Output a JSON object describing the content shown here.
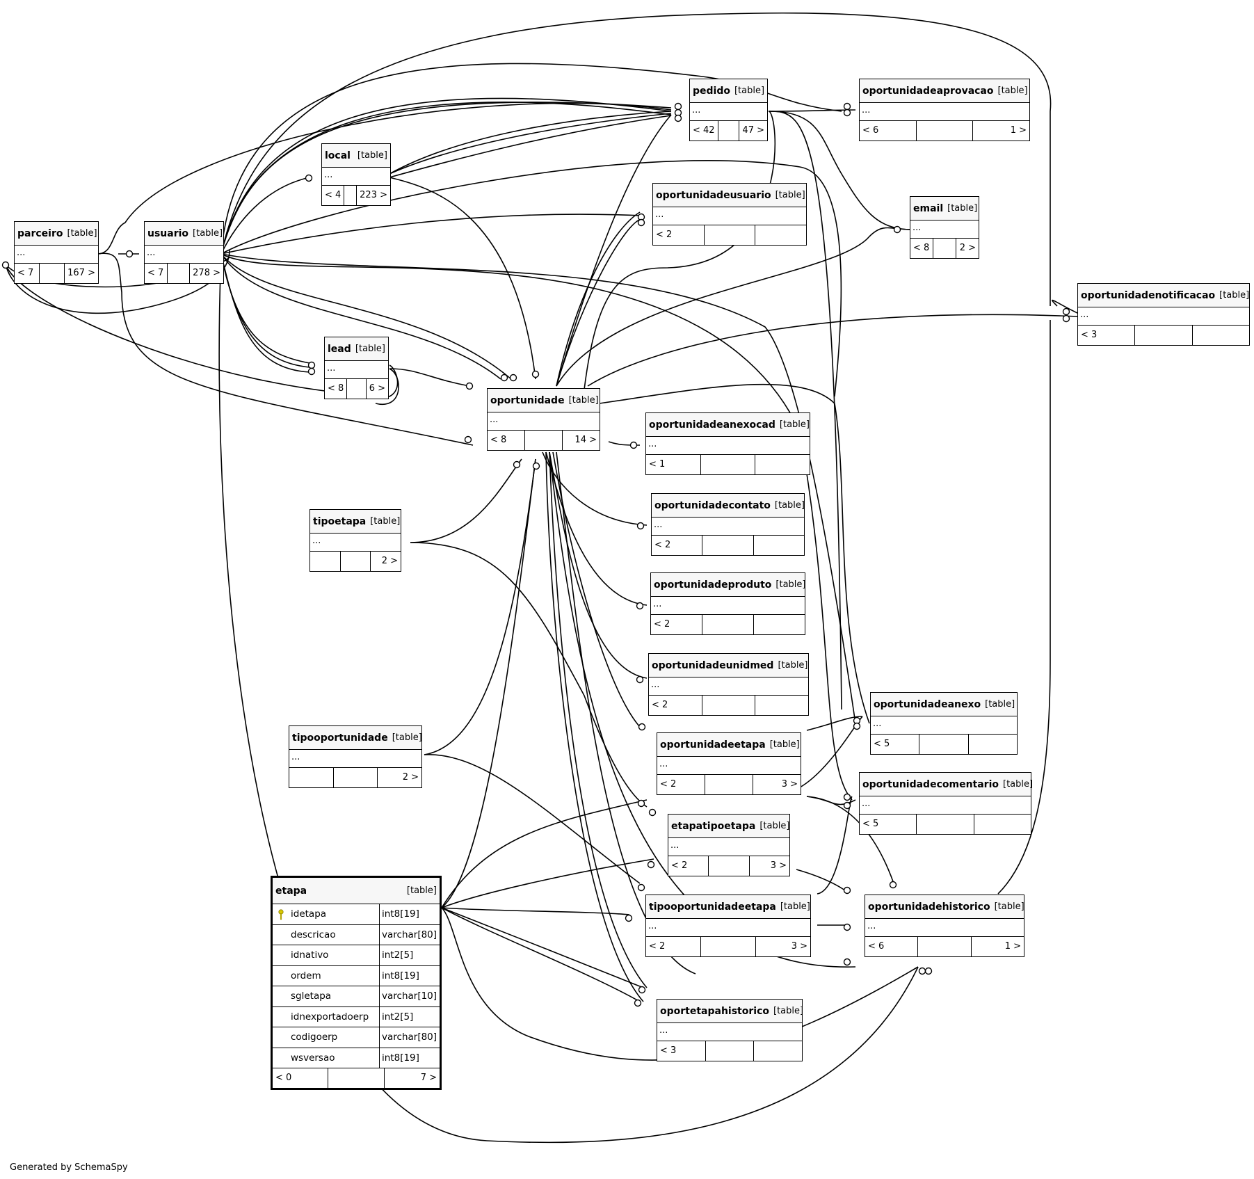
{
  "footer": {
    "generated_by": "Generated by SchemaSpy"
  },
  "tables": [
    {
      "id": "parceiro",
      "name": "parceiro",
      "tag": "[table]",
      "ellipsis": "...",
      "footer": [
        "< 7",
        "",
        "167 >"
      ]
    },
    {
      "id": "usuario",
      "name": "usuario",
      "tag": "[table]",
      "ellipsis": "...",
      "footer": [
        "< 7",
        "",
        "278 >"
      ]
    },
    {
      "id": "local",
      "name": "local",
      "tag": "[table]",
      "ellipsis": "...",
      "footer": [
        "< 4",
        "",
        "223 >"
      ]
    },
    {
      "id": "pedido",
      "name": "pedido",
      "tag": "[table]",
      "ellipsis": "...",
      "footer": [
        "< 42",
        "",
        "47 >"
      ]
    },
    {
      "id": "oportunidadeaprovacao",
      "name": "oportunidadeaprovacao",
      "tag": "[table]",
      "ellipsis": "...",
      "footer": [
        "< 6",
        "",
        "1 >"
      ]
    },
    {
      "id": "oportunidadeusuario",
      "name": "oportunidadeusuario",
      "tag": "[table]",
      "ellipsis": "...",
      "footer": [
        "< 2",
        "",
        ""
      ]
    },
    {
      "id": "email",
      "name": "email",
      "tag": "[table]",
      "ellipsis": "...",
      "footer": [
        "< 8",
        "",
        "2 >"
      ]
    },
    {
      "id": "oportunidadenotificacao",
      "name": "oportunidadenotificacao",
      "tag": "[table]",
      "ellipsis": "...",
      "footer": [
        "< 3",
        "",
        ""
      ]
    },
    {
      "id": "lead",
      "name": "lead",
      "tag": "[table]",
      "ellipsis": "...",
      "footer": [
        "< 8",
        "",
        "6 >"
      ]
    },
    {
      "id": "oportunidade",
      "name": "oportunidade",
      "tag": "[table]",
      "ellipsis": "...",
      "footer": [
        "< 8",
        "",
        "14 >"
      ]
    },
    {
      "id": "oportunidadeanexocad",
      "name": "oportunidadeanexocad",
      "tag": "[table]",
      "ellipsis": "...",
      "footer": [
        "< 1",
        "",
        ""
      ]
    },
    {
      "id": "oportunidadecontato",
      "name": "oportunidadecontato",
      "tag": "[table]",
      "ellipsis": "...",
      "footer": [
        "< 2",
        "",
        ""
      ]
    },
    {
      "id": "tipoetapa",
      "name": "tipoetapa",
      "tag": "[table]",
      "ellipsis": "...",
      "footer": [
        "",
        "",
        "2 >"
      ]
    },
    {
      "id": "oportunidadeproduto",
      "name": "oportunidadeproduto",
      "tag": "[table]",
      "ellipsis": "...",
      "footer": [
        "< 2",
        "",
        ""
      ]
    },
    {
      "id": "oportunidadeunidmed",
      "name": "oportunidadeunidmed",
      "tag": "[table]",
      "ellipsis": "...",
      "footer": [
        "< 2",
        "",
        ""
      ]
    },
    {
      "id": "oportunidadeanexo",
      "name": "oportunidadeanexo",
      "tag": "[table]",
      "ellipsis": "...",
      "footer": [
        "< 5",
        "",
        ""
      ]
    },
    {
      "id": "tipooportunidade",
      "name": "tipooportunidade",
      "tag": "[table]",
      "ellipsis": "...",
      "footer": [
        "",
        "",
        "2 >"
      ]
    },
    {
      "id": "oportunidadeetapa",
      "name": "oportunidadeetapa",
      "tag": "[table]",
      "ellipsis": "...",
      "footer": [
        "< 2",
        "",
        "3 >"
      ]
    },
    {
      "id": "oportunidadecomentario",
      "name": "oportunidadecomentario",
      "tag": "[table]",
      "ellipsis": "...",
      "footer": [
        "< 5",
        "",
        ""
      ]
    },
    {
      "id": "etapatipoetapa",
      "name": "etapatipoetapa",
      "tag": "[table]",
      "ellipsis": "...",
      "footer": [
        "< 2",
        "",
        "3 >"
      ]
    },
    {
      "id": "tipooportunidadeetapa",
      "name": "tipooportunidadeetapa",
      "tag": "[table]",
      "ellipsis": "...",
      "footer": [
        "< 2",
        "",
        "3 >"
      ]
    },
    {
      "id": "oportunidadehistorico",
      "name": "oportunidadehistorico",
      "tag": "[table]",
      "ellipsis": "...",
      "footer": [
        "< 6",
        "",
        "1 >"
      ]
    },
    {
      "id": "oportetapahistorico",
      "name": "oportetapahistorico",
      "tag": "[table]",
      "ellipsis": "...",
      "footer": [
        "< 3",
        "",
        ""
      ]
    }
  ],
  "etapa": {
    "name": "etapa",
    "tag": "[table]",
    "columns": [
      {
        "name": "idetapa",
        "type": "int8[19]",
        "primary_key": true
      },
      {
        "name": "descricao",
        "type": "varchar[80]"
      },
      {
        "name": "idnativo",
        "type": "int2[5]"
      },
      {
        "name": "ordem",
        "type": "int8[19]"
      },
      {
        "name": "sgletapa",
        "type": "varchar[10]"
      },
      {
        "name": "idnexportadoerp",
        "type": "int2[5]"
      },
      {
        "name": "codigoerp",
        "type": "varchar[80]"
      },
      {
        "name": "wsversao",
        "type": "int8[19]"
      }
    ],
    "footer": [
      "< 0",
      "",
      "7 >"
    ]
  }
}
